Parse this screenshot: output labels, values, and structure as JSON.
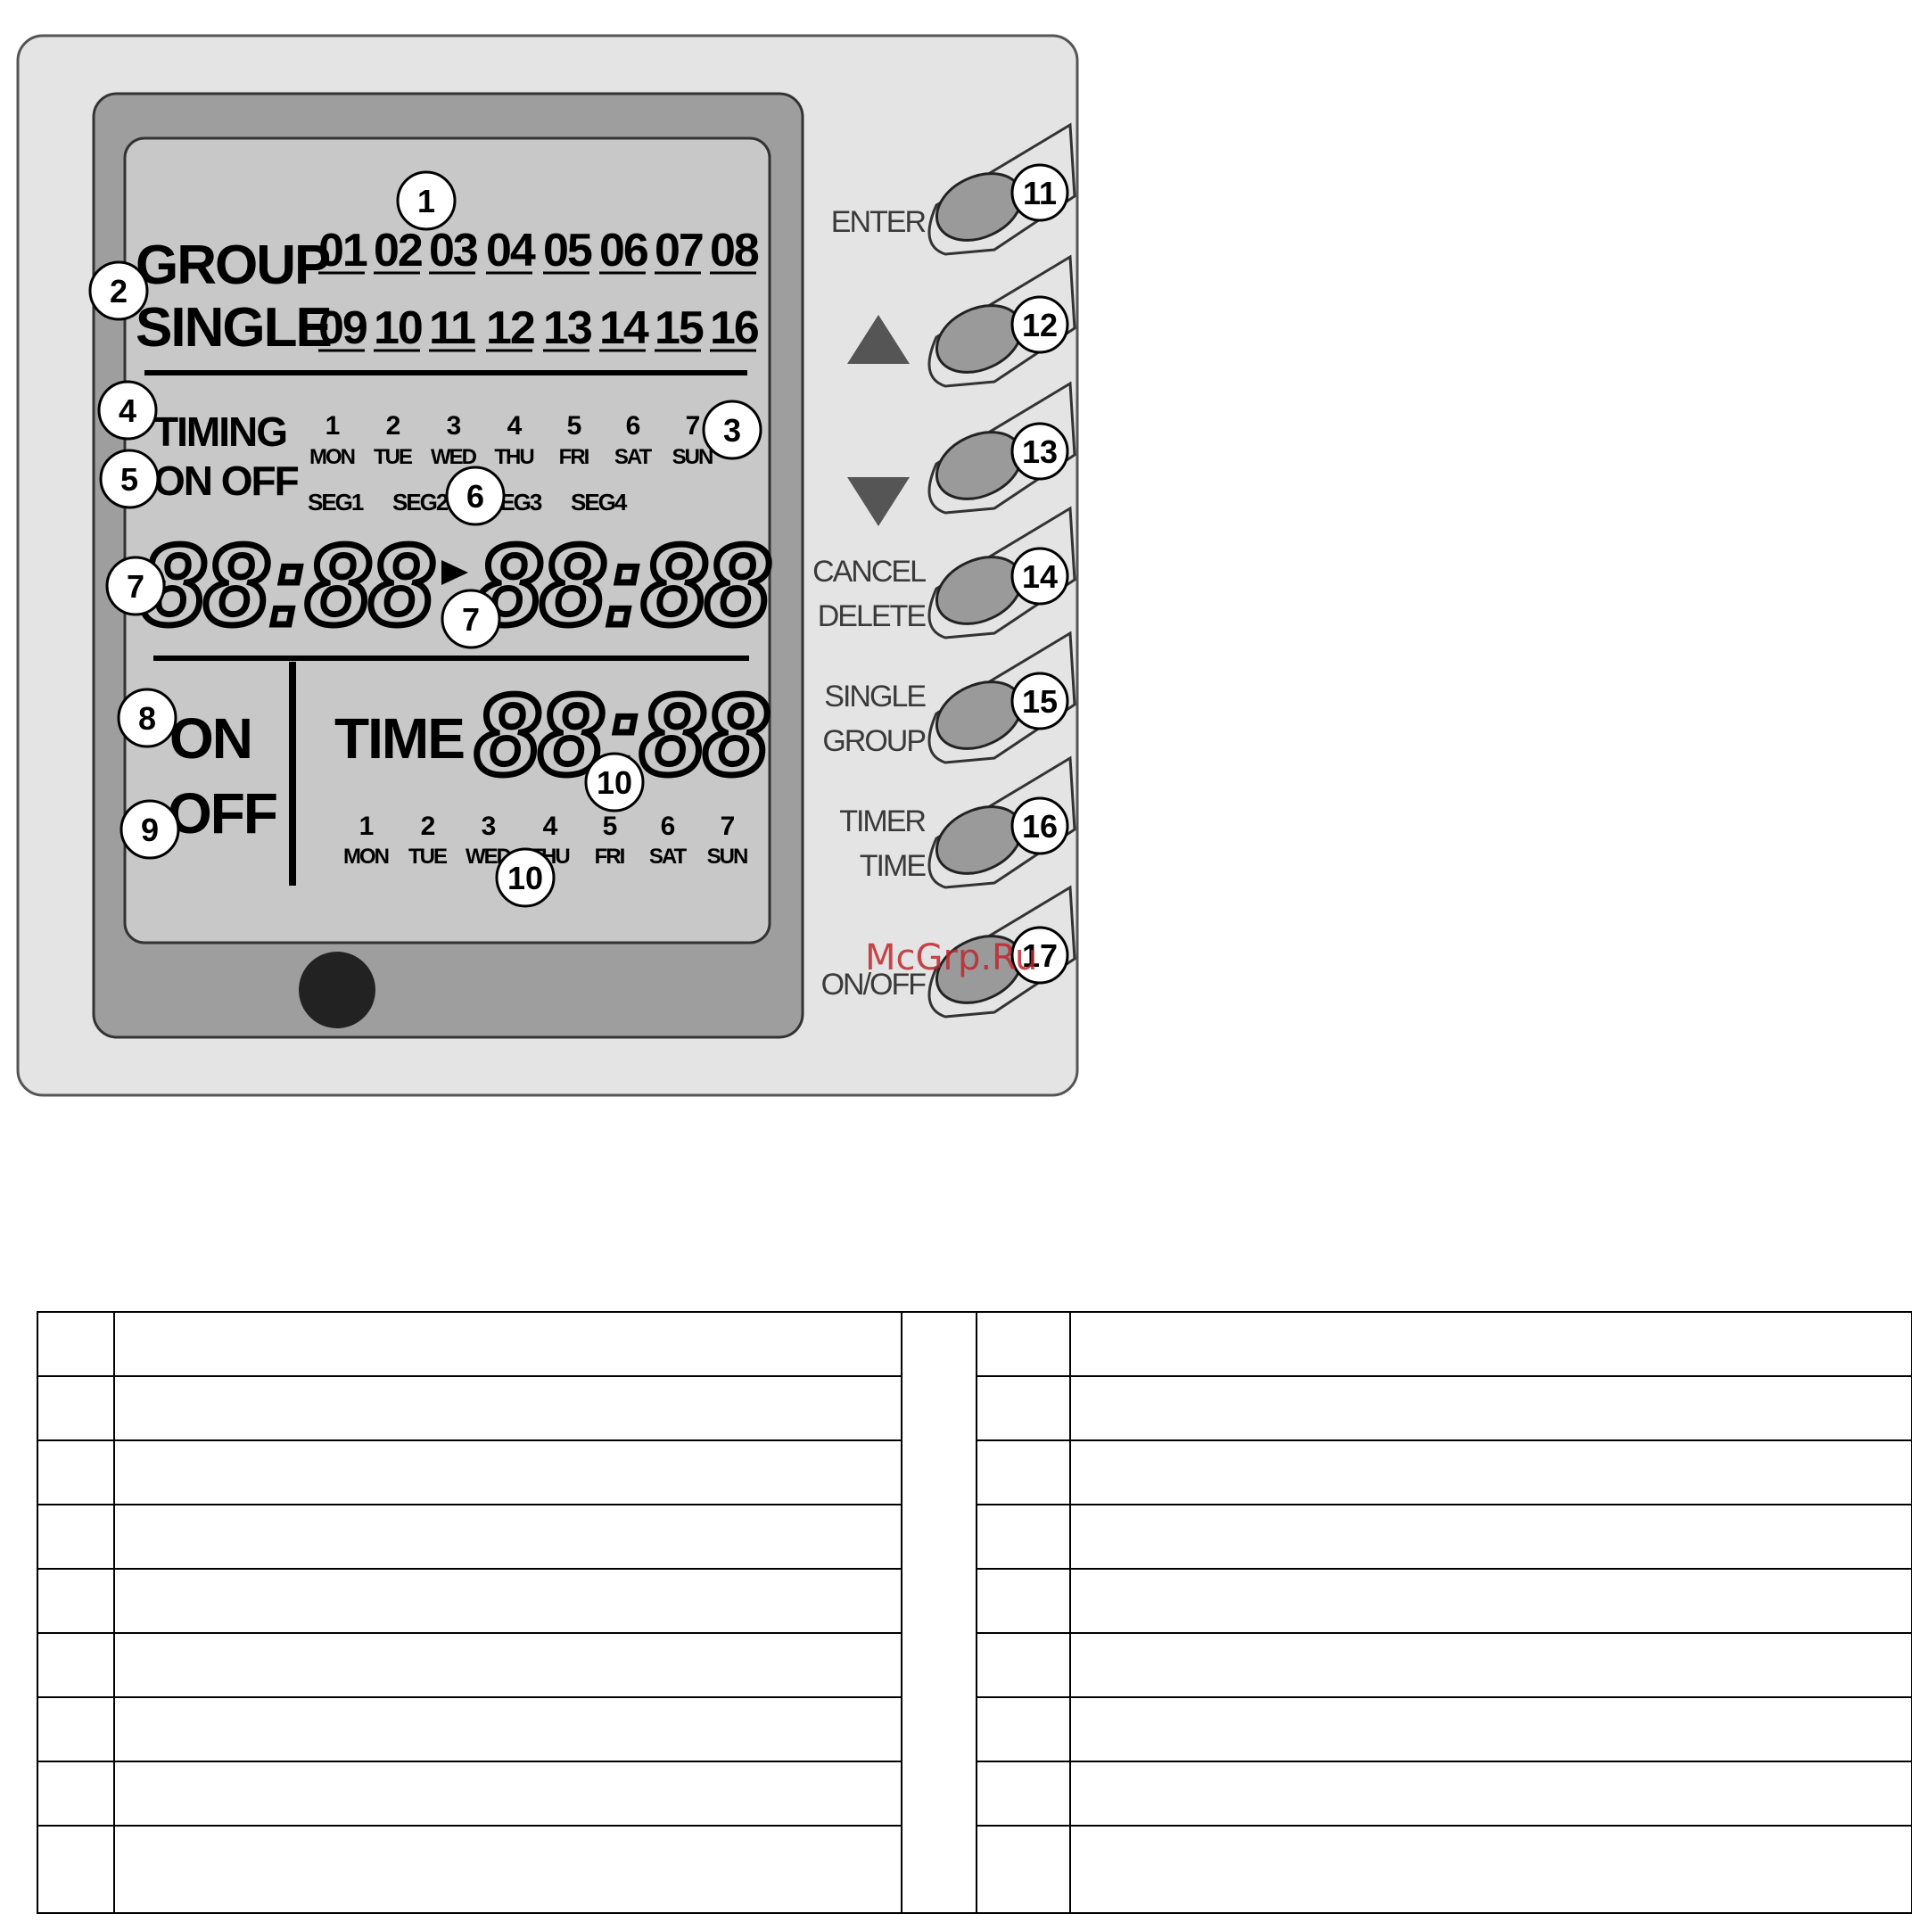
{
  "lcd": {
    "group_label": "GROUP",
    "single_label": "SINGLE",
    "group_numbers_top": [
      "01",
      "02",
      "03",
      "04",
      "05",
      "06",
      "07",
      "08"
    ],
    "group_numbers_bottom": [
      "09",
      "10",
      "11",
      "12",
      "13",
      "14",
      "15",
      "16"
    ],
    "timing_label": "TIMING",
    "onoff_label": "ON OFF",
    "week_numbers": [
      "1",
      "2",
      "3",
      "4",
      "5",
      "6",
      "7"
    ],
    "week_days": [
      "MON",
      "TUE",
      "WED",
      "THU",
      "FRI",
      "SAT",
      "SUN"
    ],
    "segments": [
      "SEG1",
      "SEG2",
      "SEG3",
      "SEG4"
    ],
    "timer_start": "88:88",
    "timer_end": "88:88",
    "on_label": "ON",
    "off_label": "OFF",
    "time_label": "TIME",
    "clock": "88:88",
    "clock_week_numbers": [
      "1",
      "2",
      "3",
      "4",
      "5",
      "6",
      "7"
    ],
    "clock_week_days": [
      "MON",
      "TUE",
      "WED",
      "THU",
      "FRI",
      "SAT",
      "SUN"
    ]
  },
  "buttons": [
    {
      "label_lines": [
        "ENTER"
      ],
      "number": "11"
    },
    {
      "label_lines": [],
      "icon": "up-triangle-icon",
      "number": "12"
    },
    {
      "label_lines": [],
      "icon": "down-triangle-icon",
      "number": "13"
    },
    {
      "label_lines": [
        "CANCEL",
        "DELETE"
      ],
      "number": "14"
    },
    {
      "label_lines": [
        "SINGLE",
        "GROUP"
      ],
      "number": "15"
    },
    {
      "label_lines": [
        "TIMER",
        "TIME"
      ],
      "number": "16"
    },
    {
      "label_lines": [
        "ON/OFF"
      ],
      "number": "17"
    }
  ],
  "callouts": [
    "1",
    "2",
    "3",
    "4",
    "5",
    "6",
    "7",
    "7",
    "8",
    "9",
    "10",
    "10"
  ],
  "watermark": "McGrp.Ru",
  "legend_table": {
    "rows": 9,
    "columns": 5
  },
  "colors": {
    "housing": "#e4e4e4",
    "bezel": "#9e9e9e",
    "lcd": "#c8c8c8",
    "button": "#9a9a9a",
    "watermark": "#c0272d"
  }
}
